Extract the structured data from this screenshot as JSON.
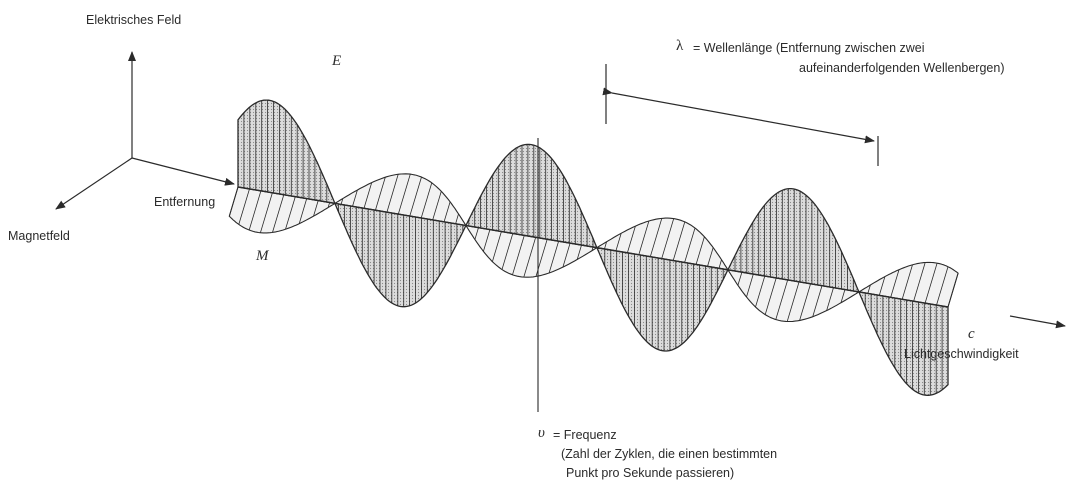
{
  "axes": {
    "electric_field": "Elektrisches Feld",
    "magnetic_field": "Magnetfeld",
    "distance": "Entfernung"
  },
  "wave": {
    "e_symbol": "E",
    "m_symbol": "M",
    "c_symbol": "c",
    "c_label": "Lichtgeschwindigkeit"
  },
  "wavelength": {
    "symbol": "λ",
    "line1": "= Wellenlänge (Entfernung zwischen zwei",
    "line2": "aufeinanderfolgenden Wellenbergen)"
  },
  "frequency": {
    "symbol": "υ",
    "line1": "= Frequenz",
    "line2": "(Zahl der Zyklen, die einen bestimmten",
    "line3": "Punkt pro Sekunde passieren)"
  },
  "colors": {
    "ink": "#2b2b2b",
    "shade": "#d2d2d2"
  }
}
